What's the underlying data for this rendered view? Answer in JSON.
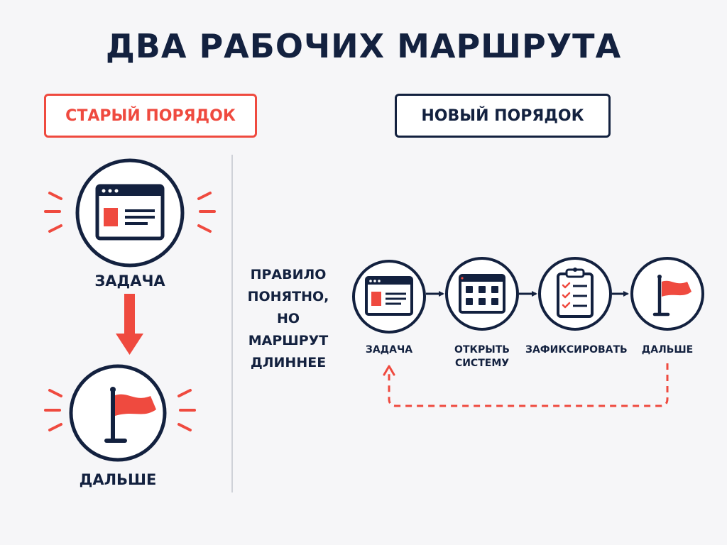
{
  "title": "ДВА РАБОЧИХ МАРШРУТА",
  "old_route": {
    "label": "СТАРЫЙ ПОРЯДОК",
    "steps": [
      "ЗАДАЧА",
      "ДАЛЬШЕ"
    ]
  },
  "new_route": {
    "label": "НОВЫЙ ПОРЯДОК",
    "note": "ПРАВИЛО ПОНЯТНО, НО МАРШРУТ ДЛИННЕЕ",
    "steps": [
      "ЗАДАЧА",
      "ОТКРЫТЬ СИСТЕМУ",
      "ЗАФИКСИРОВАТЬ",
      "ДАЛЬШЕ"
    ]
  },
  "colors": {
    "navy": "#13213f",
    "red": "#ef4a3f"
  },
  "icons": [
    "browser-window-icon",
    "flag-icon",
    "app-grid-icon",
    "checklist-clipboard-icon"
  ]
}
